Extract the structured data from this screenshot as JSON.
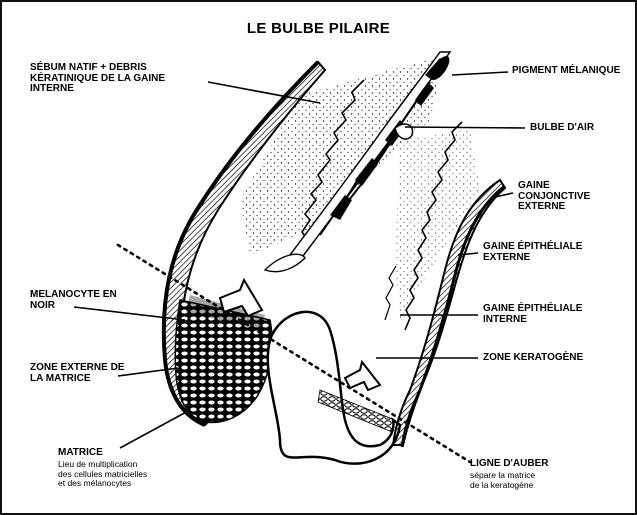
{
  "title": "LE BULBE PILAIRE",
  "labels": {
    "sebum": "SÉBUM NATIF + DEBRIS\nKÉRATINIQUE DE LA GAINE\nINTERNE",
    "pigment": "PIGMENT MÉLANIQUE",
    "bulbe_air": "BULBE D'AIR",
    "gaine_conjonctive": "GAINE\nCONJONCTIVE\nEXTERNE",
    "gaine_epi_externe": "GAINE ÉPITHÉLIALE\nEXTERNE",
    "gaine_epi_interne": "GAINE ÉPITHÉLIALE\nINTERNE",
    "melanocyte": "MELANOCYTE EN\nNOIR",
    "zone_externe": "ZONE EXTERNE DE\nLA MATRICE",
    "zone_keratogene": "ZONE KERATOGÈNE",
    "matrice_title": "MATRICE",
    "matrice_desc": "Lieu de multiplication\ndes cellules matricielles\net des mélanocytes",
    "ligne_auber_title": "LIGNE D'AUBER",
    "ligne_auber_desc": "sépare la matrice\nde la keratogène"
  }
}
